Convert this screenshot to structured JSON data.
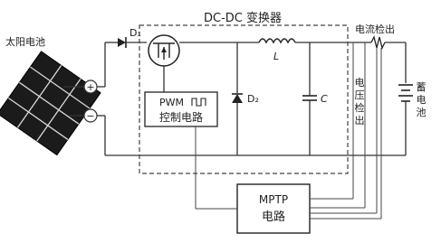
{
  "labels": {
    "dcdc": "DC-DC 变换器",
    "solar": "太阳电池",
    "d1": "D₁",
    "pwm": "PWM",
    "pwm_wave": "⎍⎍",
    "control": "控制电路",
    "d2": "D₂",
    "l": "L",
    "c": "C",
    "current_detect": "电流检出",
    "voltage_detect_chars": [
      "电",
      "压",
      "检",
      "出"
    ],
    "battery_chars": [
      "蓄",
      "电",
      "池"
    ],
    "mptp": "MPTP",
    "mptp_sub": "电路",
    "plus": "+",
    "minus": "−"
  }
}
